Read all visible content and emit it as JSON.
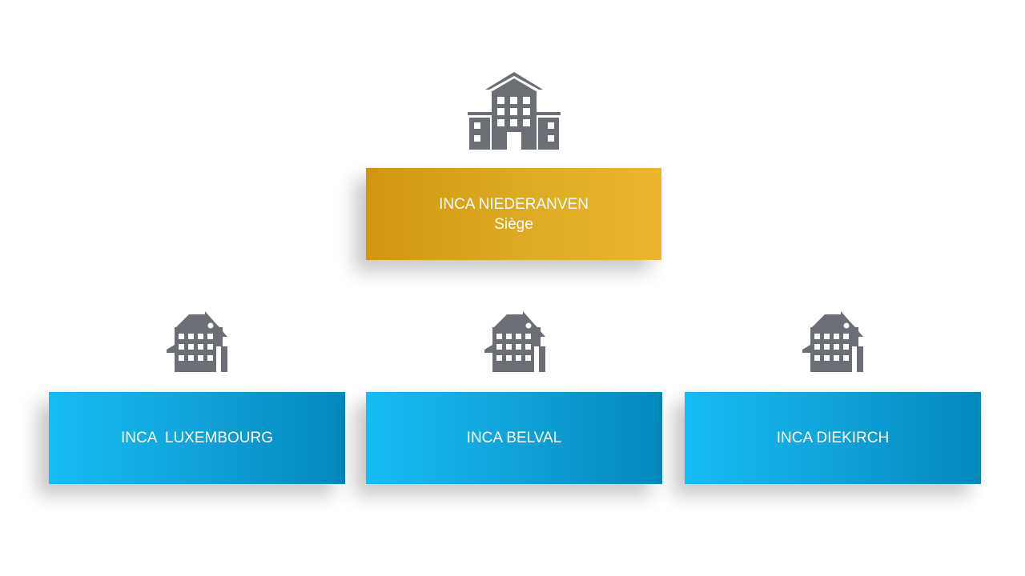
{
  "colors": {
    "icon": "#6b6e75",
    "gold_start": "#d1960f",
    "gold_end": "#ecb52d",
    "blue_start": "#16bcf5",
    "blue_end": "#0388bc",
    "text": "#ffffff"
  },
  "headquarters": {
    "icon": "office-building-icon",
    "name": "INCA NIEDERANVEN",
    "subtitle": "Siège"
  },
  "branches": [
    {
      "icon": "house-icon",
      "name": "INCA  LUXEMBOURG"
    },
    {
      "icon": "house-icon",
      "name": "INCA BELVAL"
    },
    {
      "icon": "house-icon",
      "name": "INCA DIEKIRCH"
    }
  ]
}
